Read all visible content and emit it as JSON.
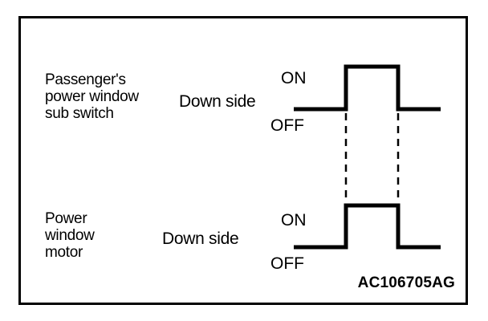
{
  "figure": {
    "code": "AC106705AG",
    "border_color": "#000000",
    "background_color": "#ffffff",
    "line_color": "#000000"
  },
  "rows": [
    {
      "device_label": "Passenger's\npower window\nsub switch",
      "side_label": "Down side",
      "on_label": "ON",
      "off_label": "OFF"
    },
    {
      "device_label": "Power\nwindow\nmotor",
      "side_label": "Down side",
      "on_label": "ON",
      "off_label": "OFF"
    }
  ],
  "chart_data": {
    "type": "line",
    "title": "",
    "xlabel": "",
    "ylabel": "",
    "grid": false,
    "legend_position": "none",
    "x": [
      0,
      1,
      1,
      2,
      2,
      3
    ],
    "series": [
      {
        "name": "Passenger's power window sub switch - Down side",
        "state_labels": [
          "OFF",
          "ON"
        ],
        "values": [
          "OFF",
          "OFF",
          "ON",
          "ON",
          "OFF",
          "OFF"
        ],
        "rise_x": 1,
        "fall_x": 2
      },
      {
        "name": "Power window motor - Down side",
        "state_labels": [
          "OFF",
          "ON"
        ],
        "values": [
          "OFF",
          "OFF",
          "ON",
          "ON",
          "OFF",
          "OFF"
        ],
        "rise_x": 1,
        "fall_x": 2
      }
    ],
    "annotations": [
      {
        "type": "dashed-vertical",
        "x": 1,
        "note": "switch ON edge aligns with motor ON edge"
      },
      {
        "type": "dashed-vertical",
        "x": 2,
        "note": "switch OFF edge aligns with motor OFF edge"
      }
    ]
  }
}
